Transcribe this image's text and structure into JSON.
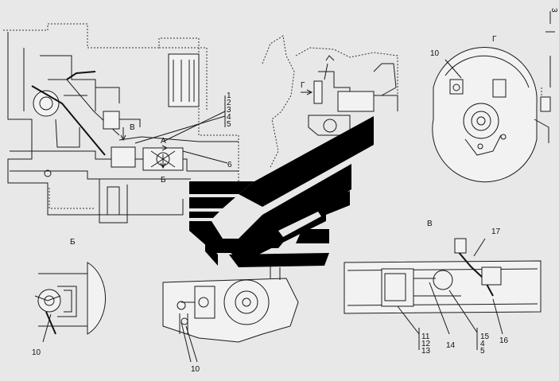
{
  "labels": {
    "corner_mark": "3",
    "view_g_title": "Г",
    "view_v_title": "В",
    "view_b_title": "Б",
    "arrow_v": "В",
    "arrow_a": "А",
    "arrow_b": "Б",
    "arrow_g": "Г",
    "stack_1": "1",
    "stack_2": "2",
    "stack_3": "3",
    "stack_4": "4",
    "stack_5": "5",
    "num_6": "6",
    "num_10_top": "10",
    "num_10_b": "10",
    "num_10_bottom": "10",
    "num_17": "17",
    "num_11": "11",
    "num_12": "12",
    "num_13": "13",
    "num_14": "14",
    "num_15": "15",
    "num_4b": "4",
    "num_5b": "5",
    "num_16": "16"
  },
  "colors": {
    "line": "#1a1a1a",
    "background": "#e8e8e8",
    "logo": "#000000"
  }
}
